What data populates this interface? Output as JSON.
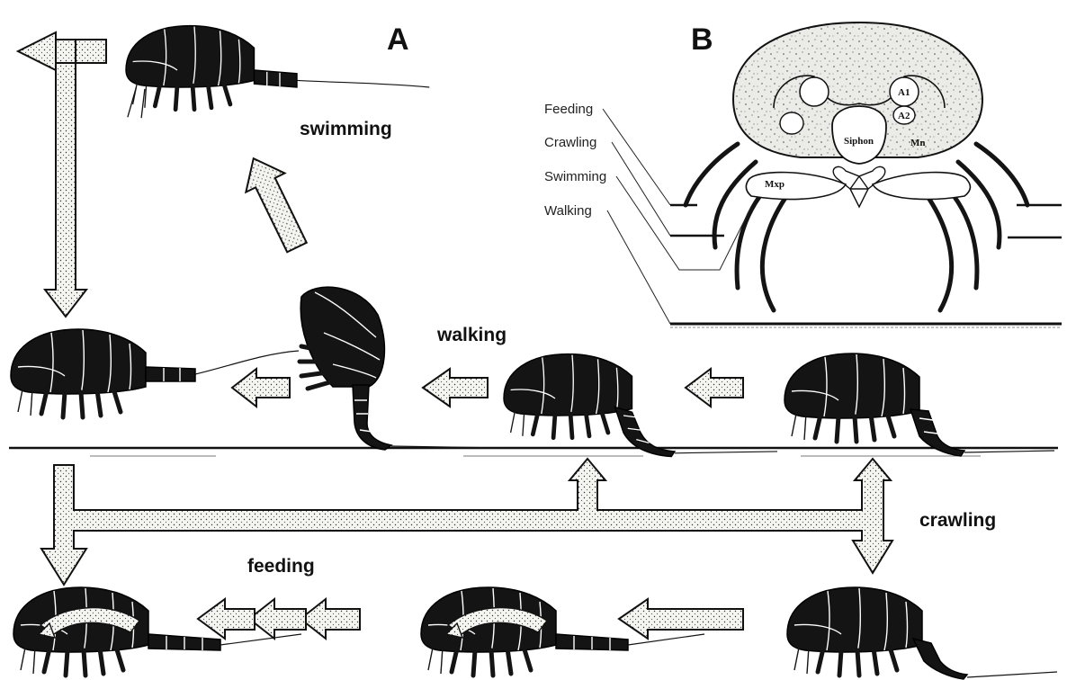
{
  "panels": {
    "a_label": "A",
    "b_label": "B"
  },
  "modes": {
    "swimming": "swimming",
    "walking": "walking",
    "crawling": "crawling",
    "feeding": "feeding"
  },
  "posture_levels": [
    "Feeding",
    "Crawling",
    "Swimming",
    "Walking"
  ],
  "parts": {
    "a1": "A1",
    "a2": "A2",
    "siphon": "Siphon",
    "mxp": "Mxp",
    "mn": "Mn"
  },
  "colors": {
    "animal": "#141414",
    "arrow_fill": "#f2f2ee",
    "outline": "#111111"
  }
}
